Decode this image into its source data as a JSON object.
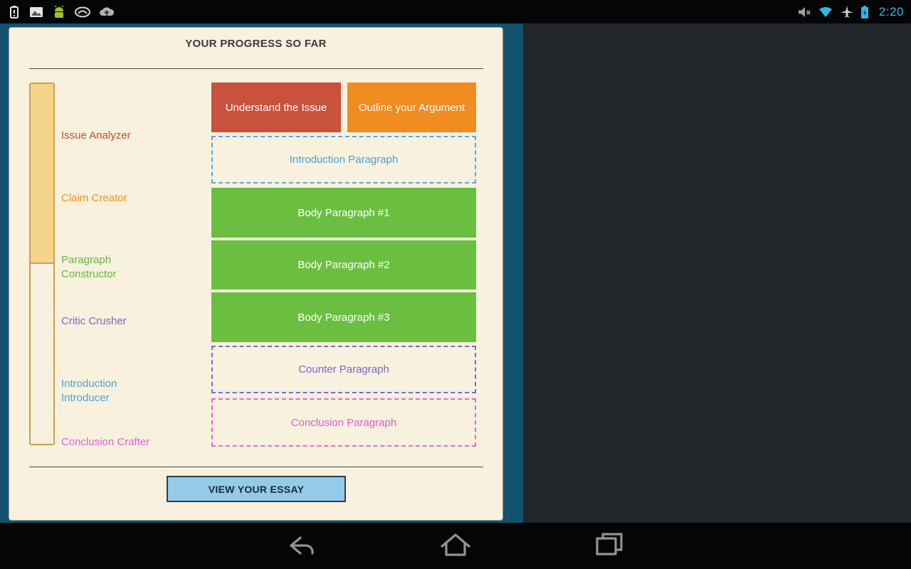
{
  "status_bar": {
    "time": "2:20",
    "left_icons": [
      "battery-alert-icon",
      "gallery-icon",
      "android-icon",
      "swype-icon",
      "cloud-upload-icon"
    ],
    "right_icons": [
      "mute-icon",
      "wifi-icon",
      "airplane-icon",
      "battery-icon"
    ],
    "accent_color": "#33b5e5"
  },
  "panel": {
    "title": "YOUR PROGRESS SO FAR",
    "background_color": "#f7f1de",
    "frame_color": "#11526f",
    "progress_percent": 50,
    "meter_colors": {
      "border": "#c9a24f",
      "fill": "#f3d489"
    },
    "tools": [
      {
        "label": "Issue Analyzer",
        "color": "#bf4d36"
      },
      {
        "label": "Claim Creator",
        "color": "#f0922d"
      },
      {
        "label": "Paragraph Constructor",
        "color": "#6cb440"
      },
      {
        "label": "Critic Crusher",
        "color": "#7668c4"
      },
      {
        "label": "Introduction Introducer",
        "color": "#4aa3d8"
      },
      {
        "label": "Conclusion Crafter",
        "color": "#df63d6"
      }
    ],
    "blocks": [
      {
        "label": "Understand the Issue",
        "status": "complete",
        "color": "#c9523c"
      },
      {
        "label": "Outline your Argument",
        "status": "complete",
        "color": "#f18c21"
      },
      {
        "label": "Introduction Paragraph",
        "status": "incomplete",
        "color": "#55a7df"
      },
      {
        "label": "Body Paragraph #1",
        "status": "complete",
        "color": "#6abf41"
      },
      {
        "label": "Body Paragraph #2",
        "status": "complete",
        "color": "#6abf41"
      },
      {
        "label": "Body Paragraph #3",
        "status": "complete",
        "color": "#6abf41"
      },
      {
        "label": "Counter Paragraph",
        "status": "incomplete",
        "color": "#7a68d0"
      },
      {
        "label": "Conclusion Paragraph",
        "status": "incomplete",
        "color": "#e466dc"
      }
    ],
    "button_label": "VIEW YOUR ESSAY"
  },
  "nav_bar": {
    "buttons": [
      "back",
      "home",
      "recents"
    ]
  }
}
